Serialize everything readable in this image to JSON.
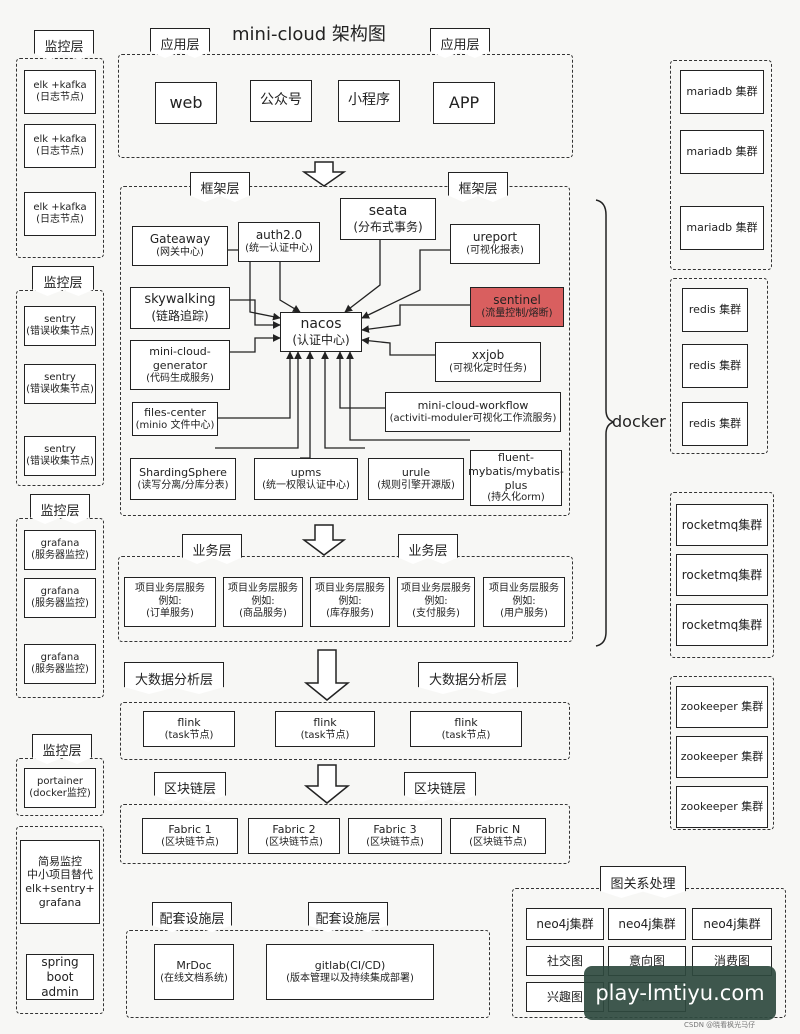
{
  "title": "mini-cloud 架构图",
  "layers": {
    "app": "应用层",
    "framework": "框架层",
    "business": "业务层",
    "bigdata": "大数据分析层",
    "blockchain": "区块链层",
    "infra": "配套设施层",
    "monitor": "监控层",
    "graph": "图关系处理",
    "docker": "docker"
  },
  "app_items": [
    "web",
    "公众号",
    "小程序",
    "APP"
  ],
  "framework": {
    "nacos": {
      "name": "nacos",
      "sub": "(认证中心)"
    },
    "gateway": {
      "name": "Gateaway",
      "sub": "(网关中心)"
    },
    "auth": {
      "name": "auth2.0",
      "sub": "(统一认证中心)"
    },
    "seata": {
      "name": "seata",
      "sub": "(分布式事务)"
    },
    "ureport": {
      "name": "ureport",
      "sub": "(可视化报表)"
    },
    "skywalking": {
      "name": "skywalking",
      "sub": "(链路追踪)"
    },
    "sentinel": {
      "name": "sentinel",
      "sub": "(流量控制/熔断)"
    },
    "generator": {
      "name1": "mini-cloud-",
      "name2": "generator",
      "sub": "(代码生成服务)"
    },
    "xxjob": {
      "name": "xxjob",
      "sub": "(可视化定时任务)"
    },
    "files": {
      "name": "files-center",
      "sub": "(minio 文件中心)"
    },
    "workflow": {
      "name": "mini-cloud-workflow",
      "sub": "(activiti-moduler可视化工作流服务)"
    },
    "sharding": {
      "name": "ShardingSphere",
      "sub": "(读写分离/分库分表)"
    },
    "upms": {
      "name": "upms",
      "sub": "(统一权限认证中心)"
    },
    "urule": {
      "name": "urule",
      "sub": "(规则引擎开源版)"
    },
    "fluent": {
      "l1": "fluent-",
      "l2": "mybatis/mybatis-",
      "l3": "plus",
      "sub": "(持久化orm)"
    }
  },
  "business_items": [
    {
      "l1": "项目业务层服务",
      "l2": "例如:",
      "l3": "(订单服务)"
    },
    {
      "l1": "项目业务层服务",
      "l2": "例如:",
      "l3": "(商品服务)"
    },
    {
      "l1": "项目业务层服务",
      "l2": "例如:",
      "l3": "(库存服务)"
    },
    {
      "l1": "项目业务层服务",
      "l2": "例如:",
      "l3": "(支付服务)"
    },
    {
      "l1": "项目业务层服务",
      "l2": "例如:",
      "l3": "(用户服务)"
    }
  ],
  "bigdata_items": [
    {
      "name": "flink",
      "sub": "(task节点)"
    },
    {
      "name": "flink",
      "sub": "(task节点)"
    },
    {
      "name": "flink",
      "sub": "(task节点)"
    }
  ],
  "blockchain_items": [
    {
      "name": "Fabric 1",
      "sub": "(区块链节点)"
    },
    {
      "name": "Fabric 2",
      "sub": "(区块链节点)"
    },
    {
      "name": "Fabric 3",
      "sub": "(区块链节点)"
    },
    {
      "name": "Fabric N",
      "sub": "(区块链节点)"
    }
  ],
  "infra_items": [
    {
      "name": "MrDoc",
      "sub": "(在线文档系统)"
    },
    {
      "name": "gitlab(CI/CD)",
      "sub": "(版本管理以及持续集成部署)"
    }
  ],
  "monitor": {
    "elk": [
      {
        "name": "elk +kafka",
        "sub": "(日志节点)"
      },
      {
        "name": "elk +kafka",
        "sub": "(日志节点)"
      },
      {
        "name": "elk +kafka",
        "sub": "(日志节点)"
      }
    ],
    "sentry": [
      {
        "name": "sentry",
        "sub": "(错误收集节点)"
      },
      {
        "name": "sentry",
        "sub": "(错误收集节点)"
      },
      {
        "name": "sentry",
        "sub": "(错误收集节点)"
      }
    ],
    "grafana": [
      {
        "name": "grafana",
        "sub": "(服务器监控)"
      },
      {
        "name": "grafana",
        "sub": "(服务器监控)"
      },
      {
        "name": "grafana",
        "sub": "(服务器监控)"
      }
    ],
    "portainer": {
      "name": "portainer",
      "sub": "(docker监控)"
    },
    "simple": {
      "l1": "简易监控",
      "l2": "中小项目替代",
      "l3": "elk+sentry+",
      "l4": "grafana"
    },
    "spring": {
      "l1": "spring",
      "l2": "boot",
      "l3": "admin"
    }
  },
  "right": {
    "mariadb": [
      "mariadb 集群",
      "mariadb 集群",
      "mariadb 集群"
    ],
    "redis": [
      "redis 集群",
      "redis 集群",
      "redis 集群"
    ],
    "rocketmq": [
      "rocketmq集群",
      "rocketmq集群",
      "rocketmq集群"
    ],
    "zookeeper": [
      "zookeeper 集群",
      "zookeeper 集群",
      "zookeeper 集群"
    ]
  },
  "graph": {
    "neo4j": [
      "neo4j集群",
      "neo4j集群",
      "neo4j集群"
    ],
    "row2": [
      "社交图",
      "意向图",
      "消费图"
    ],
    "row3": [
      "兴趣图",
      "..."
    ]
  },
  "watermark": "play-lmtiyu.com",
  "credit": "CSDN @晓看枫光马仔",
  "colors": {
    "sentinel_bg": "#d95f5f",
    "watermark_bg": "#2f4a3f"
  }
}
